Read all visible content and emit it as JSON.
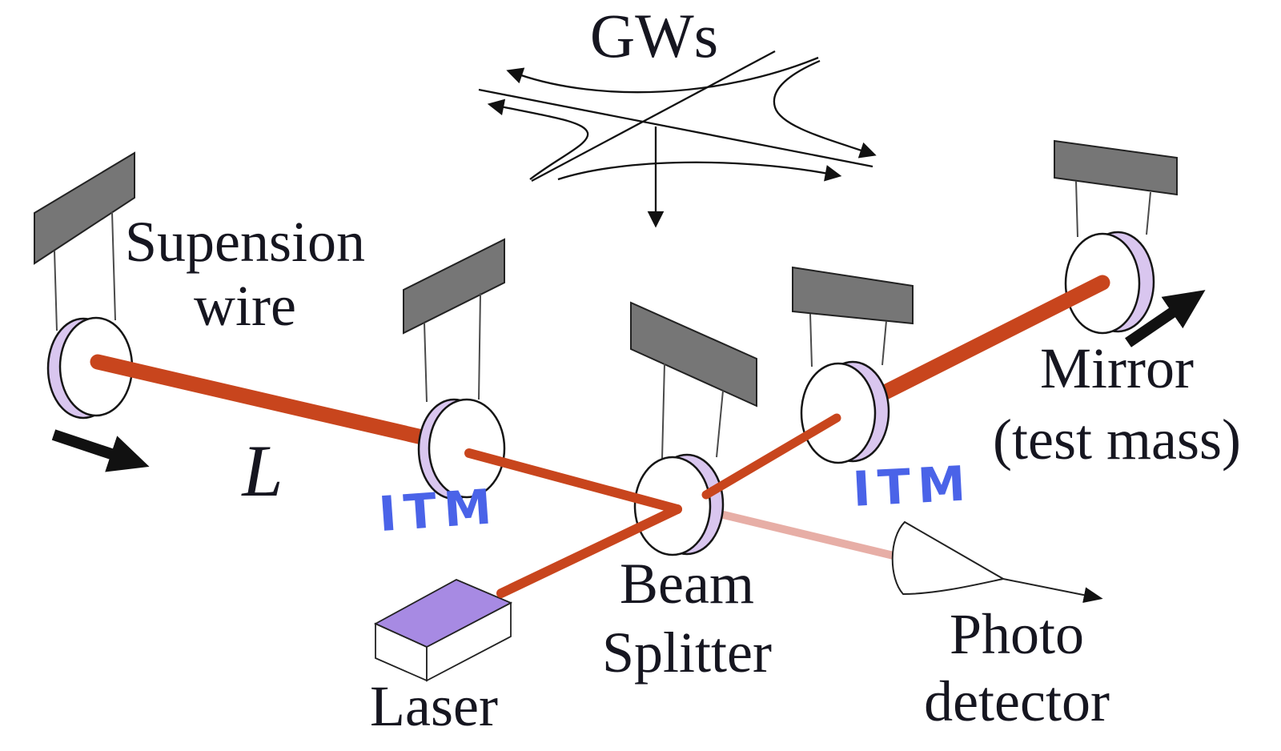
{
  "labels": {
    "gws": "GWs",
    "suspension_wire": {
      "line1": "Supension",
      "line2": "wire"
    },
    "arm_length": "L",
    "itm_left": "ITM",
    "itm_right": "ITM",
    "beam_splitter": {
      "line1": "Beam",
      "line2": "Splitter"
    },
    "laser": "Laser",
    "photo_detector": {
      "line1": "Photo",
      "line2": "detector"
    },
    "end_mirror": {
      "line1": "Mirror",
      "line2": "(test mass)"
    }
  },
  "colors": {
    "beam-red": "#c8451d",
    "beam-pale": "#e7aea6",
    "mirror-rim": "#d9c6ef",
    "mirror-face": "#ffffff",
    "support-gray": "#767676",
    "laser-top": "#a78ae3",
    "annotation-blue": "#4a63e8",
    "ink": "#161620"
  }
}
